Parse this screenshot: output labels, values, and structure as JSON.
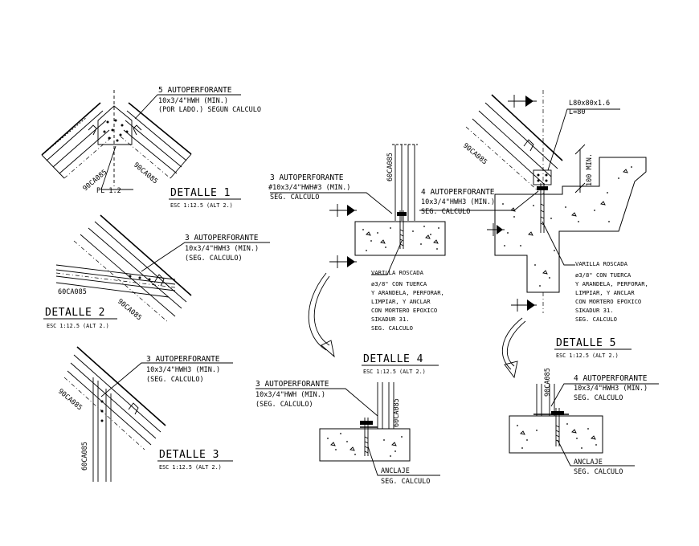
{
  "d1": {
    "title": "DETALLE 1",
    "scale": "ESC 1:12.5 (ALT 2.)",
    "note_l1": "5 AUTOPERFORANTE",
    "note_l2": "10x3/4\"HWH (MIN.)",
    "note_l3": "(POR LADO.) SEGUN CALCULO",
    "member_left": "90CA085",
    "member_right": "90CA085",
    "plate": "PL 1.2"
  },
  "d2": {
    "title": "DETALLE 2",
    "scale": "ESC 1:12.5 (ALT 2.)",
    "note_l1": "3 AUTOPERFORANTE",
    "note_l2": "10x3/4\"HWH3 (MIN.)",
    "note_l3": "(SEG. CALCULO)",
    "member_a": "60CA085",
    "member_b": "90CA085"
  },
  "d3": {
    "title": "DETALLE 3",
    "scale": "ESC 1:12.5 (ALT 2.)",
    "note_l1": "3 AUTOPERFORANTE",
    "note_l2": "10x3/4\"HWH3 (MIN.)",
    "note_l3": "(SEG. CALCULO)",
    "member_a": "90CA085",
    "member_b": "60CA085"
  },
  "d4": {
    "title": "DETALLE 4",
    "scale": "ESC 1:12.5 (ALT 2.)",
    "top_note_l1": "3 AUTOPERFORANTE",
    "top_note_l2": "#10x3/4\"HWH#3 (MIN.)",
    "top_note_l3": "SEG. CALCULO",
    "post_label": "60CA085",
    "rod_l1": "VARILLA ROSCADA",
    "rod_l2": "ø3/8\" CON TUERCA",
    "rod_l3": "Y ARANDELA, PERFORAR,",
    "rod_l4": "LIMPIAR, Y ANCLAR",
    "rod_l5": "CON MORTERO EPOXICO",
    "rod_l6": "SIKADUR 31.",
    "rod_l7": "SEG. CALCULO",
    "bot_note_l1": "3 AUTOPERFORANTE",
    "bot_note_l2": "10x3/4\"HWH (MIN.)",
    "bot_note_l3": "(SEG. CALCULO)",
    "bot_post": "60CA085",
    "anchor_l1": "ANCLAJE",
    "anchor_l2": "SEG. CALCULO"
  },
  "d5": {
    "title": "DETALLE 5",
    "scale": "ESC 1:12.5 (ALT 2.)",
    "angle_l1": "L80x80x1.6",
    "angle_l2": "L=80",
    "dim": "100 MIN.",
    "member": "90CA085",
    "top_note_l1": "4 AUTOPERFORANTE",
    "top_note_l2": "10x3/4\"HWH3 (MIN.)",
    "top_note_l3": "SEG. CALCULO",
    "rod_l1": "VARILLA ROSCADA",
    "rod_l2": "ø3/8\" CON TUERCA",
    "rod_l3": "Y ARANDELA, PERFORAR,",
    "rod_l4": "LIMPIAR, Y ANCLAR",
    "rod_l5": "CON MORTERO EPOXICO",
    "rod_l6": "SIKADUR 31.",
    "rod_l7": "SEG. CALCULO",
    "bot_note_l1": "4 AUTOPERFORANTE",
    "bot_note_l2": "10x3/4\"HWH3 (MIN.)",
    "bot_note_l3": "SEG. CALCULO",
    "bot_member": "90CA085",
    "anchor_l1": "ANCLAJE",
    "anchor_l2": "SEG. CALCULO"
  }
}
